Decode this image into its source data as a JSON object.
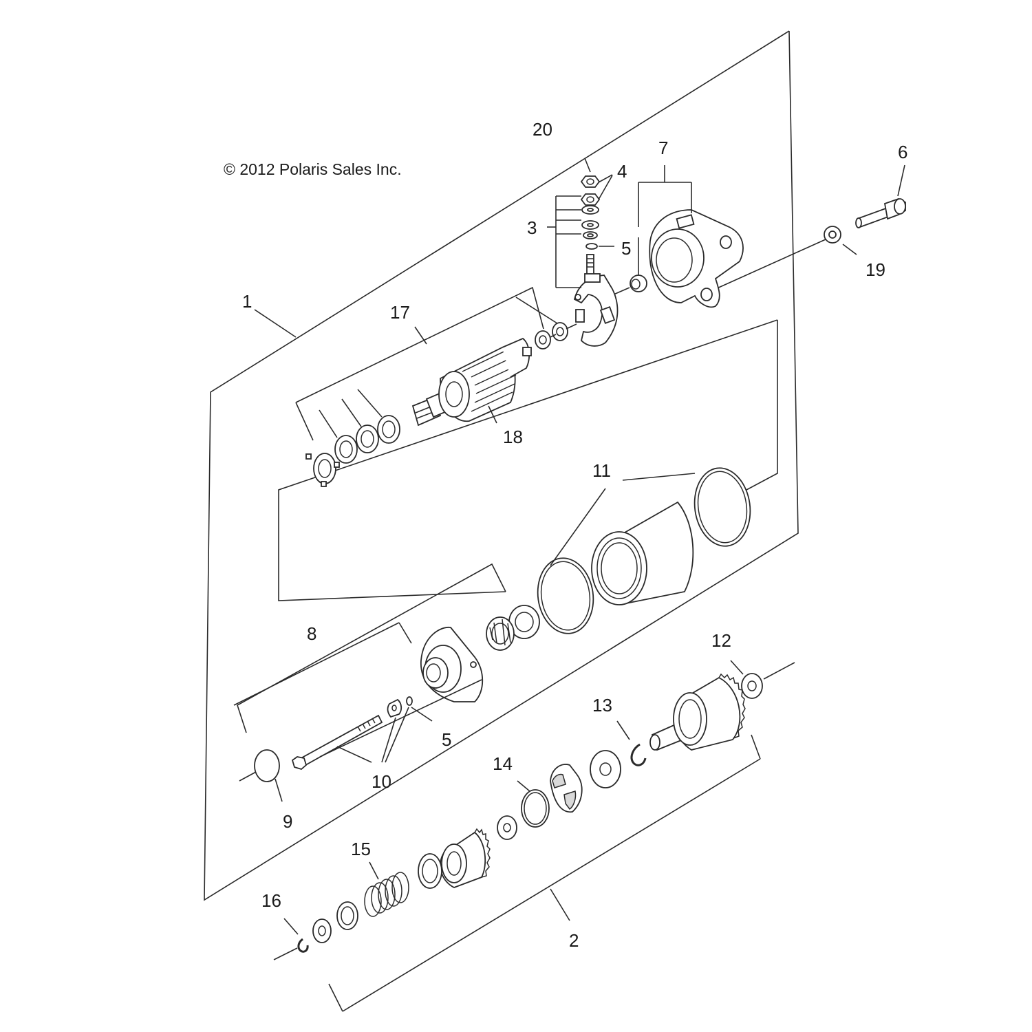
{
  "copyright": "© 2012 Polaris Sales Inc.",
  "callouts": {
    "c1": "1",
    "c2": "2",
    "c3": "3",
    "c4": "4",
    "c5a": "5",
    "c5b": "5",
    "c6": "6",
    "c7": "7",
    "c8": "8",
    "c9": "9",
    "c10": "10",
    "c11": "11",
    "c12": "12",
    "c13": "13",
    "c14": "14",
    "c15": "15",
    "c16": "16",
    "c17": "17",
    "c18": "18",
    "c19": "19",
    "c20": "20"
  },
  "colors": {
    "line": "#2a2a2a",
    "background": "#ffffff"
  }
}
